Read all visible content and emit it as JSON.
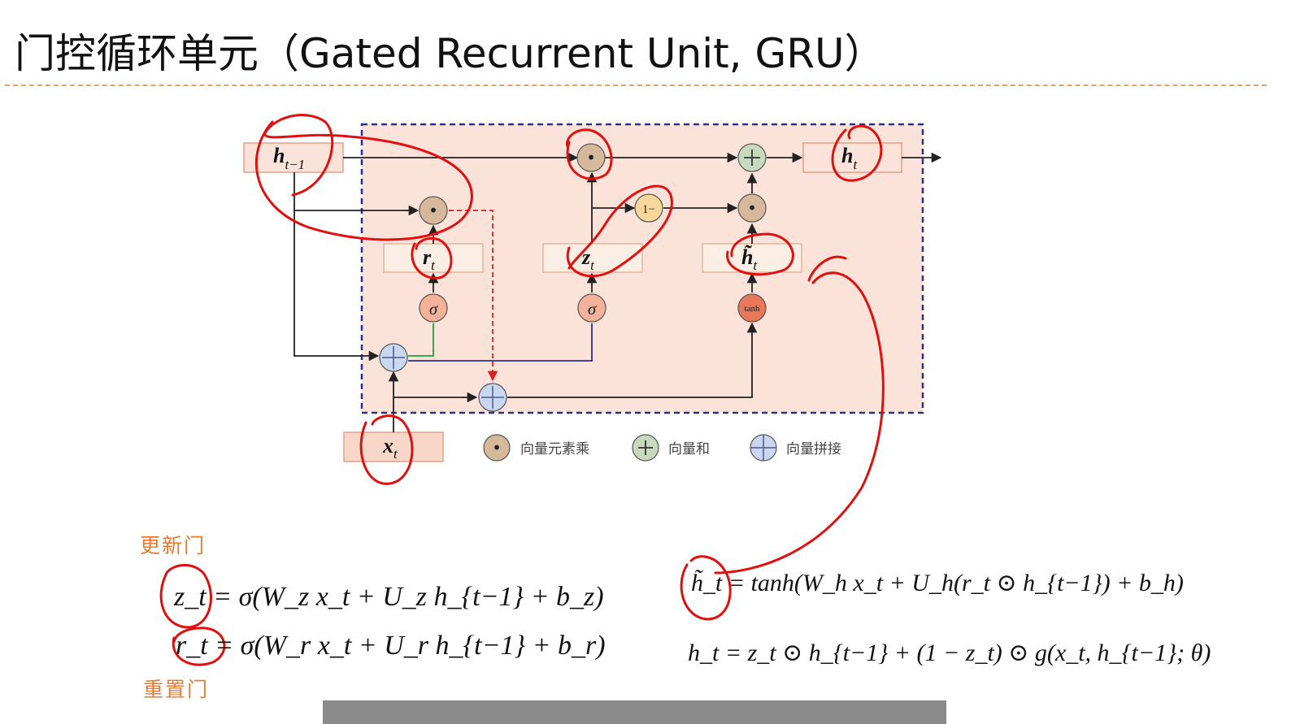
{
  "slide": {
    "title": "门控循环单元（Gated Recurrent Unit, GRU）"
  },
  "diagram": {
    "labels": {
      "h_prev": "h",
      "h_prev_sub": "t−1",
      "h_t": "h",
      "h_t_sub": "t",
      "r_t": "r",
      "r_t_sub": "t",
      "z_t": "z",
      "z_t_sub": "t",
      "h_tilde": "h̃",
      "h_tilde_sub": "t",
      "x_t": "x",
      "x_t_sub": "t",
      "sigma": "σ",
      "tanh": "tanh",
      "one_minus": "1−",
      "dot": "•",
      "plus": "+"
    },
    "legend": {
      "mult": "向量元素乘",
      "sum": "向量和",
      "concat": "向量拼接"
    },
    "colors": {
      "dashed_box": "#2b2f8f",
      "box_fill": "#fbe3da",
      "mult_node": "#d6b89a",
      "sum_node": "#c7d9bf",
      "concat_node": "#c9d8f0",
      "sigma_node": "#f5b29a",
      "tanh_node": "#e9775a",
      "one_minus_node": "#f8d79a",
      "annotation": "#e01010"
    }
  },
  "gates": {
    "update": "更新门",
    "reset": "重置门"
  },
  "equations": {
    "z": "z_t = σ(W_z x_t + U_z h_{t−1} + b_z)",
    "r": "r_t = σ(W_r x_t + U_r h_{t−1} + b_r)",
    "h_tilde": "h̃_t = tanh(W_h x_t + U_h(r_t ⊙ h_{t−1}) + b_h)",
    "h": "h_t = z_t ⊙ h_{t−1} + (1 − z_t) ⊙ g(x_t, h_{t−1}; θ)"
  }
}
